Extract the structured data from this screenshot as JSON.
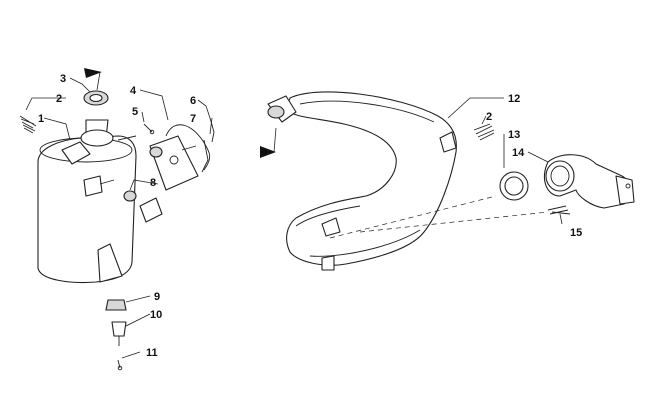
{
  "callouts": {
    "c1": "1",
    "c2a": "2",
    "c3": "3",
    "c4": "4",
    "c5": "5",
    "c6": "6",
    "c7": "7",
    "c8": "8",
    "c9": "9",
    "c10": "10",
    "c11": "11",
    "c12": "12",
    "c2b": "2",
    "c13": "13",
    "c14": "14",
    "c15": "15"
  }
}
